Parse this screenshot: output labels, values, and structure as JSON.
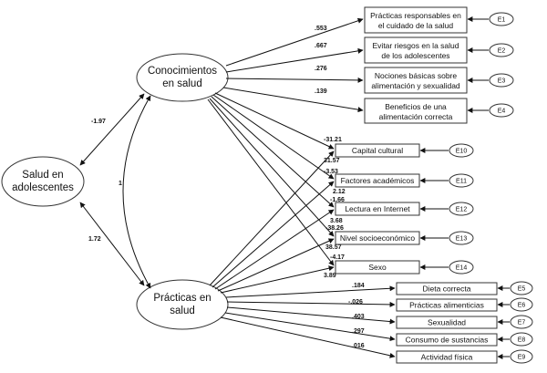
{
  "latents": {
    "conocimientos": [
      "Conocimientos",
      "en salud"
    ],
    "salud": [
      "Salud en",
      "adolescentes"
    ],
    "practicas": [
      "Prácticas en",
      "salud"
    ]
  },
  "knowledge_indicators": [
    {
      "lines": [
        "Prácticas responsables en",
        "el cuidado de la salud"
      ],
      "error": "E1",
      "coef": ".553"
    },
    {
      "lines": [
        "Evitar riesgos en la salud",
        "de los adolescentes"
      ],
      "error": "E2",
      "coef": ".667"
    },
    {
      "lines": [
        "Nociones básicas sobre",
        "alimentación y sexualidad"
      ],
      "error": "E3",
      "coef": ".276"
    },
    {
      "lines": [
        "Beneficios de una",
        "alimentación correcta"
      ],
      "error": "E4",
      "coef": ".139"
    }
  ],
  "covariates": [
    {
      "label": "Capital cultural",
      "error": "E10",
      "coef_top": "-31.21",
      "coef_bottom": "31.57"
    },
    {
      "label": "Factores académicos",
      "error": "E11",
      "coef_top": "-3.53",
      "coef_bottom": "2.12"
    },
    {
      "label": "Lectura en Internet",
      "error": "E12",
      "coef_top": "-1.66",
      "coef_bottom": "3.68"
    },
    {
      "label": "Nivel socioeconómico",
      "error": "E13",
      "coef_top": "-38.26",
      "coef_bottom": "38.57"
    },
    {
      "label": "Sexo",
      "error": "E14",
      "coef_top": "-4.17",
      "coef_bottom": "3.89"
    }
  ],
  "practice_indicators": [
    {
      "label": "Dieta correcta",
      "error": "E5",
      "coef": ".184"
    },
    {
      "label": "Prácticas alimenticias",
      "error": "E6",
      "coef": "-.026"
    },
    {
      "label": "Sexualidad",
      "error": "E7",
      "coef": ".403"
    },
    {
      "label": "Consumo de sustancias",
      "error": "E8",
      "coef": ".297"
    },
    {
      "label": "Actividad física",
      "error": "E9",
      "coef": ".016"
    }
  ],
  "path_coefficients": {
    "conocimientos_salud": "-1.97",
    "practicas_salud": "1.72",
    "conocimientos_practicas": "1"
  }
}
